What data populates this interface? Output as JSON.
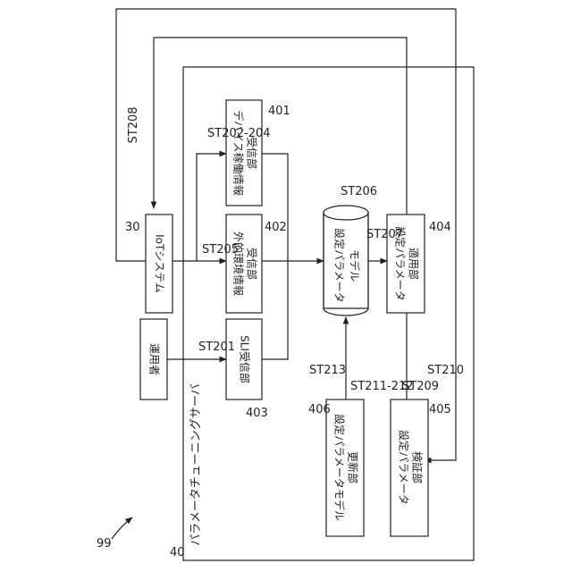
{
  "figure": {
    "number": "99",
    "server_label": "パラメータチューニングサーバ",
    "server_number": "40"
  },
  "blocks": {
    "iot": {
      "text": "IoTシステム",
      "number": "30"
    },
    "operator": {
      "text": "運用者"
    },
    "device_receiver": {
      "line1": "デバイス稼働情報",
      "line2": "受信部",
      "number": "401"
    },
    "env_receiver": {
      "line1": "外的環境情報",
      "line2": "受信部",
      "number": "402"
    },
    "sli_receiver": {
      "text": "SLI受信部",
      "number": "403"
    },
    "param_apply": {
      "line1": "設定パラメータ",
      "line2": "適用部",
      "number": "404"
    },
    "param_verify": {
      "line1": "設定パラメータ",
      "line2": "検証部",
      "number": "405"
    },
    "model_update": {
      "line1": "設定パラメータモデル",
      "line2": "更新部",
      "number": "406"
    },
    "model_db": {
      "line1": "設定パラメータ",
      "line2": "モデル"
    }
  },
  "steps": {
    "st208": "ST208",
    "st202_204": "ST202-204",
    "st205": "ST205",
    "st206": "ST206",
    "st207": "ST207",
    "st201": "ST201",
    "st213": "ST213",
    "st211_212": "ST211-212",
    "st209": "ST209",
    "st210": "ST210"
  }
}
